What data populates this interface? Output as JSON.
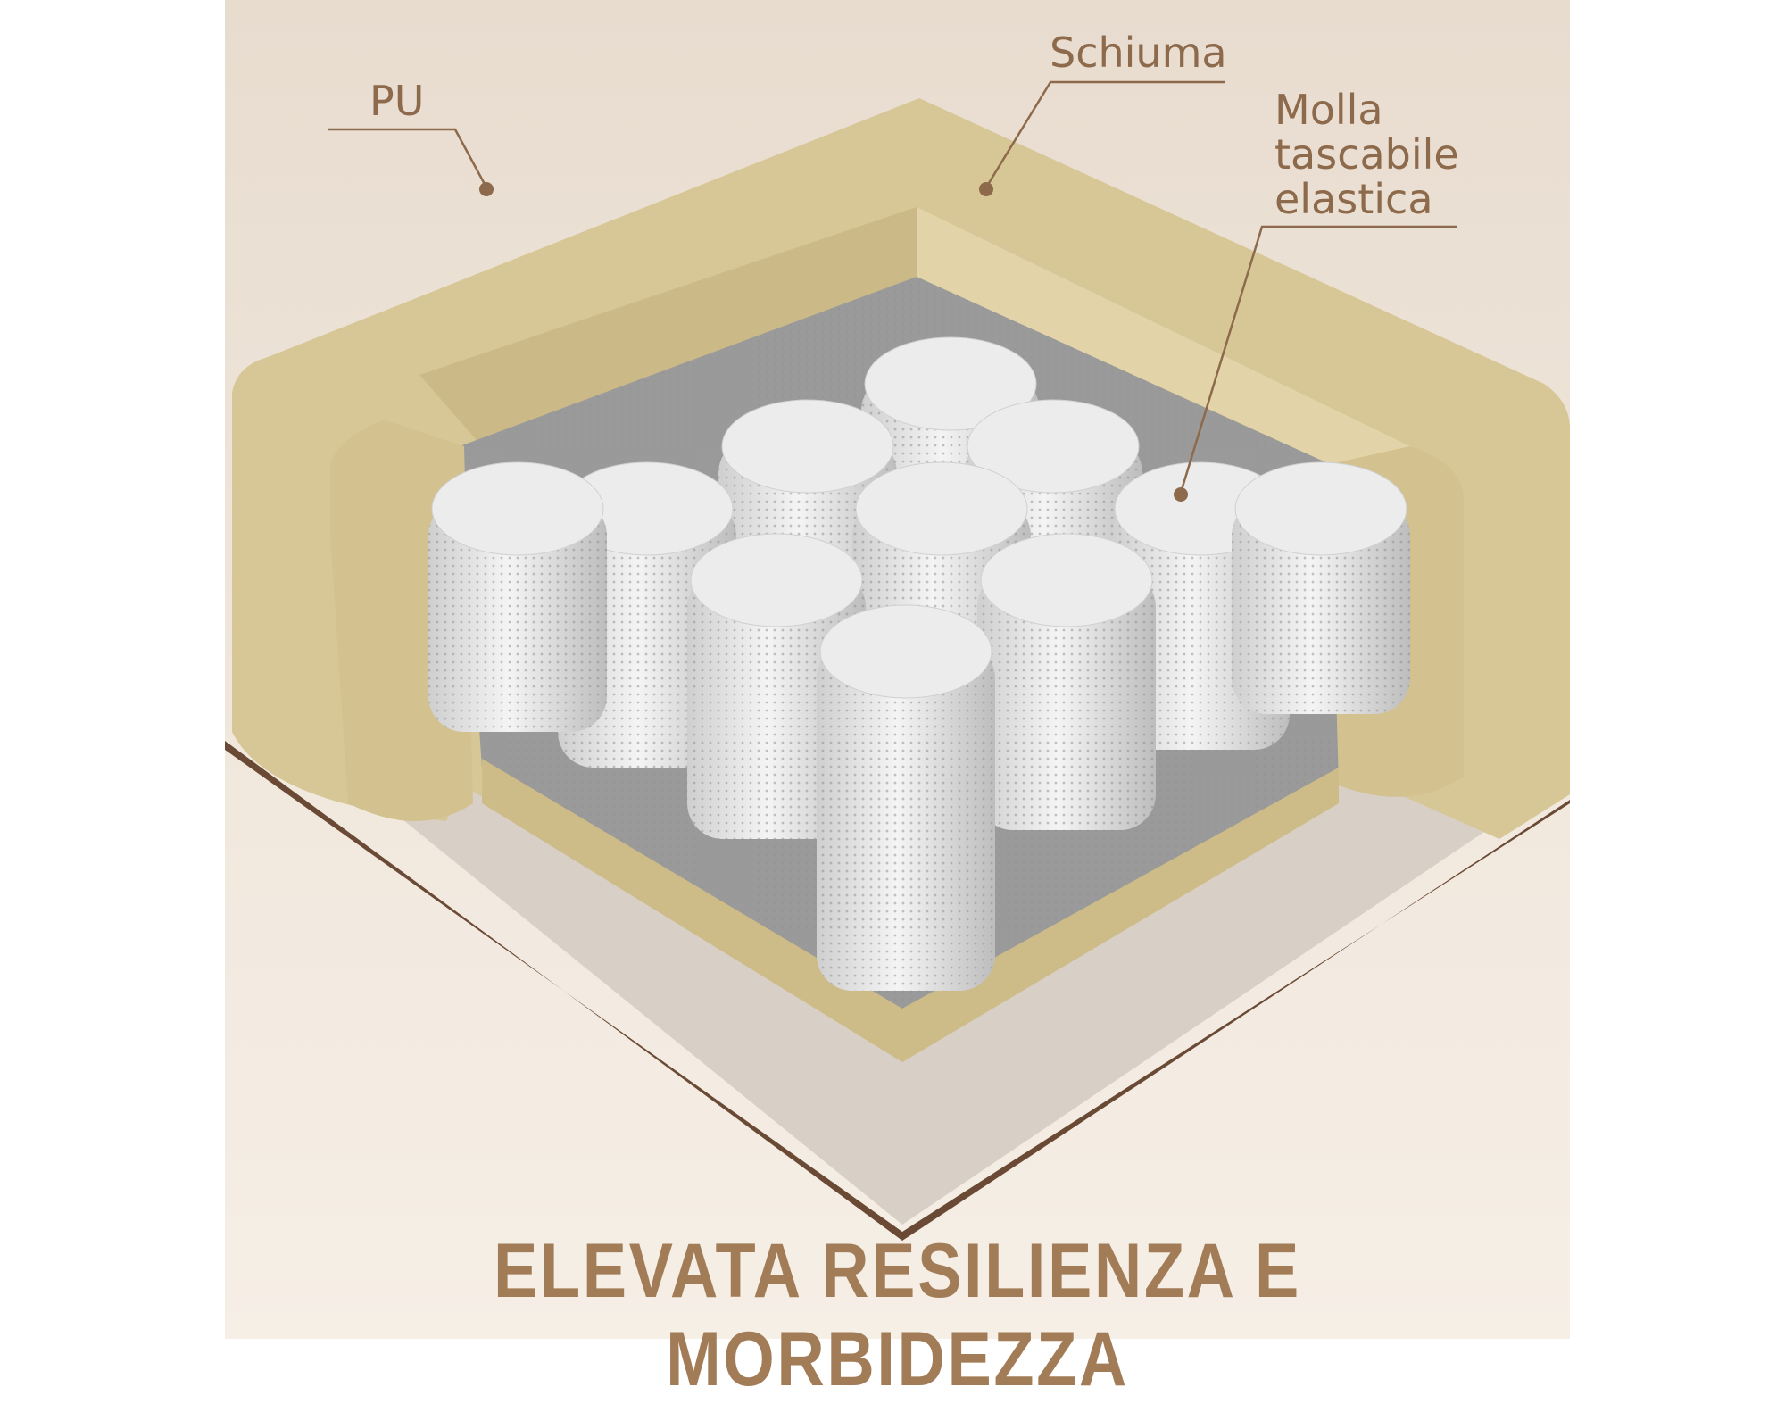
{
  "labels": {
    "pu": "PU",
    "foam": "Schiuma",
    "spring_line1": "Molla",
    "spring_line2": "tascabile",
    "spring_line3": "elastica"
  },
  "headline": "ELEVATA RESILIENZA E MORBIDEZZA",
  "colors": {
    "label_text": "#8d6a4b",
    "headline": "#a27c57",
    "foam": "#d8c796",
    "background": "#ebe0d3"
  }
}
